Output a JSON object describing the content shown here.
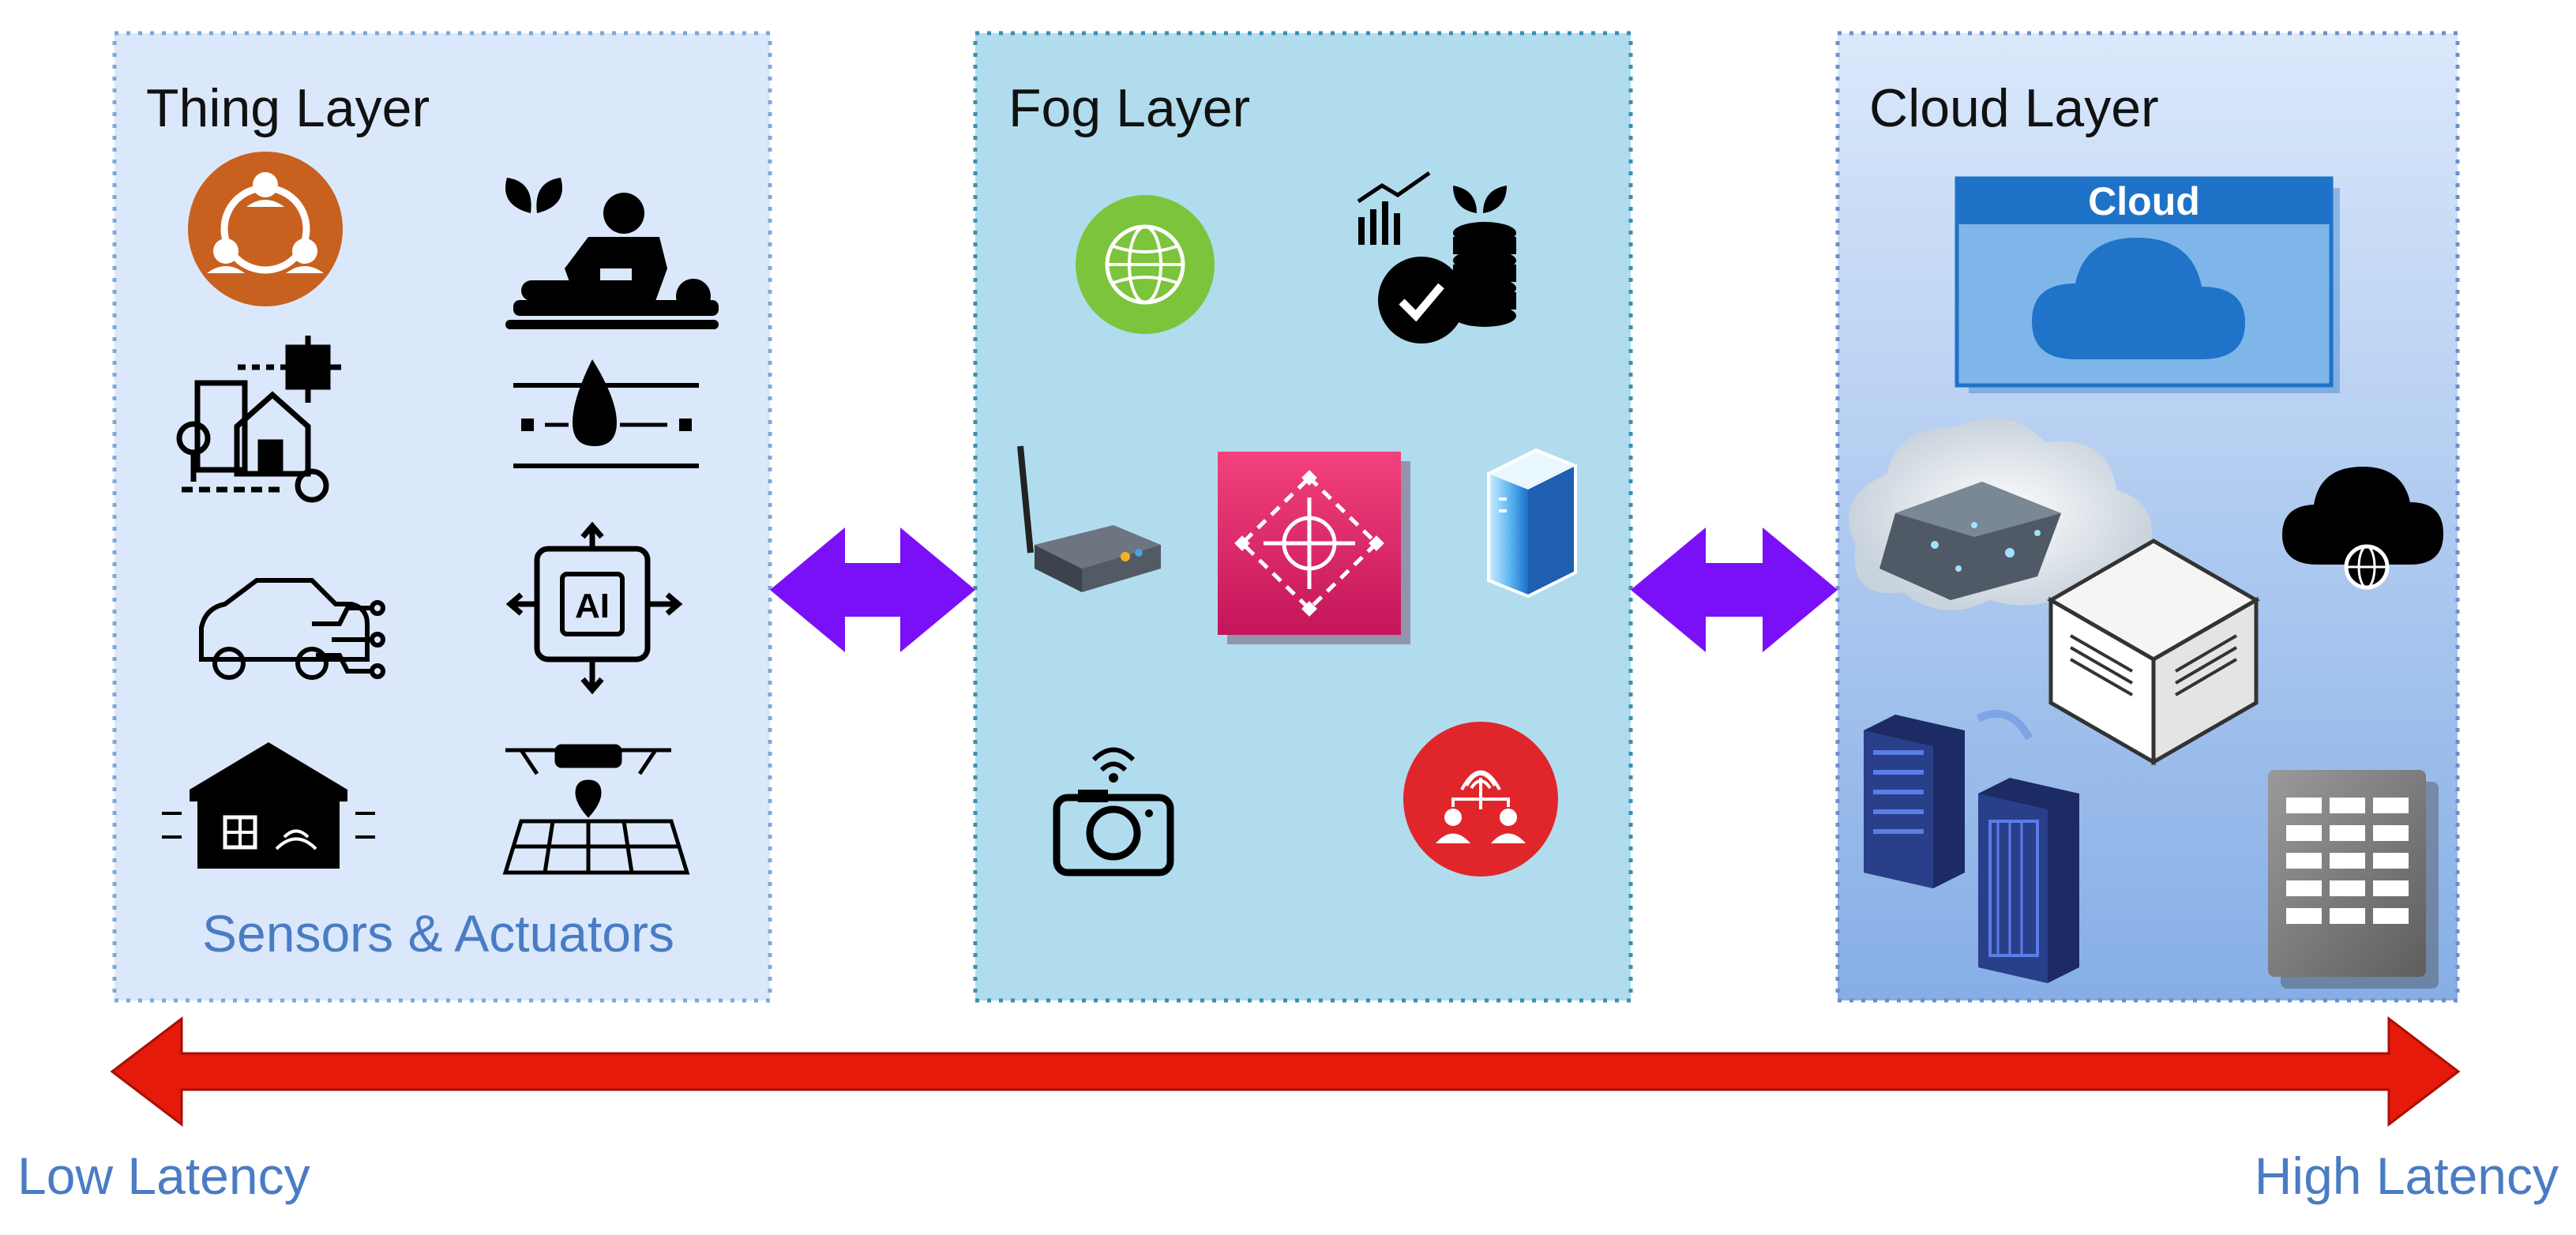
{
  "layers": {
    "thing": {
      "title": "Thing Layer",
      "caption": "Sensors & Actuators"
    },
    "fog": {
      "title": "Fog Layer"
    },
    "cloud": {
      "title": "Cloud Layer",
      "card_label": "Cloud"
    }
  },
  "latency": {
    "low": "Low Latency",
    "high": "High Latency"
  },
  "colors": {
    "thing_panel": "#dbe8fb",
    "fog_panel": "#b1dcee",
    "cloud_panel_top": "#dae8fb",
    "cloud_panel_bottom": "#86aee6",
    "link_arrow": "#7a10f8",
    "latency_arrow": "#e61a0a",
    "label_blue": "#4a7cc4"
  },
  "icons": {
    "thing": [
      "collaboration-icon",
      "massage-therapy-icon",
      "smart-city-icon",
      "water-drop-sensor-icon",
      "connected-car-icon",
      "ai-chip-icon",
      "smart-home-icon",
      "agricultural-drone-icon"
    ],
    "fog": [
      "network-globe-icon",
      "data-analytics-icon",
      "wireless-router-icon",
      "fog-gateway-icon",
      "server-tower-icon",
      "wifi-camera-icon",
      "biometric-access-icon"
    ],
    "cloud": [
      "cloud-window-icon",
      "storm-cloud-servers-icon",
      "cloud-globe-icon",
      "server-box-icon",
      "server-racks-icon",
      "storage-array-icon"
    ]
  }
}
